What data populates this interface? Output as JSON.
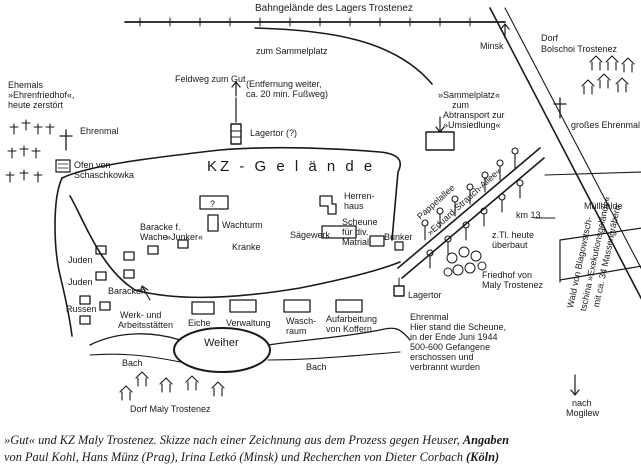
{
  "labels": {
    "bahngelaende": "Bahngelände des Lagers Trostenez",
    "zum_sammelplatz": "zum Sammelplatz",
    "minsk": "Minsk",
    "dorf_bolschoi_1": "Dorf",
    "dorf_bolschoi_2": "Bolschoi  Trostenez",
    "feldweg": "Feldweg zum Gut",
    "entfernung_1": "(Entfernung weiter,",
    "entfernung_2": "ca. 20 min. Fußweg)",
    "sammelplatz_1": "»Sammelplatz«",
    "sammelplatz_2": "zum",
    "sammelplatz_3": "Abtransport zur",
    "sammelplatz_4": "»Umsiedlung«",
    "ehemals_1": "Ehemals",
    "ehemals_2": "»Ehrenfriedhof«,",
    "ehemals_3": "heute zerstört",
    "ehrenmal_left": "Ehrenmal",
    "grosses_ehrenmal": "großes Ehrenmal",
    "lagertor_q": "Lagertor (?)",
    "ofen_1": "Ofen von",
    "ofen_2": "Schaschkowka",
    "kz_gelaende": "KZ - G e l ä n d e",
    "herrenhaus_1": "Herren-",
    "herrenhaus_2": "haus",
    "wachturm": "Wachturm",
    "baracke_wache_1": "Baracke f.",
    "baracke_wache_2": "Wache",
    "baracke_wache_3": "»Junker«",
    "kranke": "Kranke",
    "saegewerk": "Sägewerk",
    "scheune_div_1": "Scheune",
    "scheune_div_2": "für div.",
    "scheune_div_3": "Matrial",
    "pappelallee_1": "Pappelallee",
    "pappelallee_2": "»Eduard-Strauch-Allee«",
    "bunker": "Bunker",
    "km13": "km 13",
    "muellhalde": "Müllhalde",
    "ueberbaut_1": "z.Tl. heute",
    "ueberbaut_2": "überbaut",
    "wald_1": "Wald von Blagowstsch-",
    "wald_2": "tschina »Exekutionsgelände«",
    "wald_3": "mit ca. 34 Massengräbern",
    "friedhof_1": "Friedhof von",
    "friedhof_2": "Maly Trostenez",
    "juden_1": "Juden",
    "juden_2": "Juden",
    "russen": "Russen",
    "baracken": "Baracken",
    "werk_1": "Werk- und",
    "werk_2": "Arbeitsstätten",
    "eiche": "Eiche",
    "verwaltung": "Verwaltung",
    "wasch_1": "Wasch-",
    "wasch_2": "raum",
    "aufarbeitung_1": "Aufarbeitung",
    "aufarbeitung_2": "von Koffern",
    "lagertor": "Lagertor",
    "ehrenmal_right": "Ehrenmal",
    "ehrenmal_text_1": "Hier stand die Scheune,",
    "ehrenmal_text_2": "in der Ende Juni 1944",
    "ehrenmal_text_3": "500-600 Gefangene",
    "ehrenmal_text_4": "erschossen und",
    "ehrenmal_text_5": "verbrannt wurden",
    "weiher": "Weiher",
    "bach_left": "Bach",
    "bach_right": "Bach",
    "dorf_maly": "Dorf Maly Trostenez",
    "nach_1": "nach",
    "nach_2": "Mogilew",
    "watchtower_mark": "?"
  },
  "caption": {
    "line1_a": "»Gut« und KZ Maly Trostenez. Skizze nach einer Zeichnung aus dem Prozess gegen Heuser, ",
    "line1_b": "Angaben",
    "line2_a": "von Paul Kohl, Hans Münz (Prag), Irina Letkó (Minsk) und Recherchen von Dieter Corbach ",
    "line2_b": "(Köln)"
  },
  "colors": {
    "ink": "#1a1a1a",
    "paper": "#ffffff"
  }
}
